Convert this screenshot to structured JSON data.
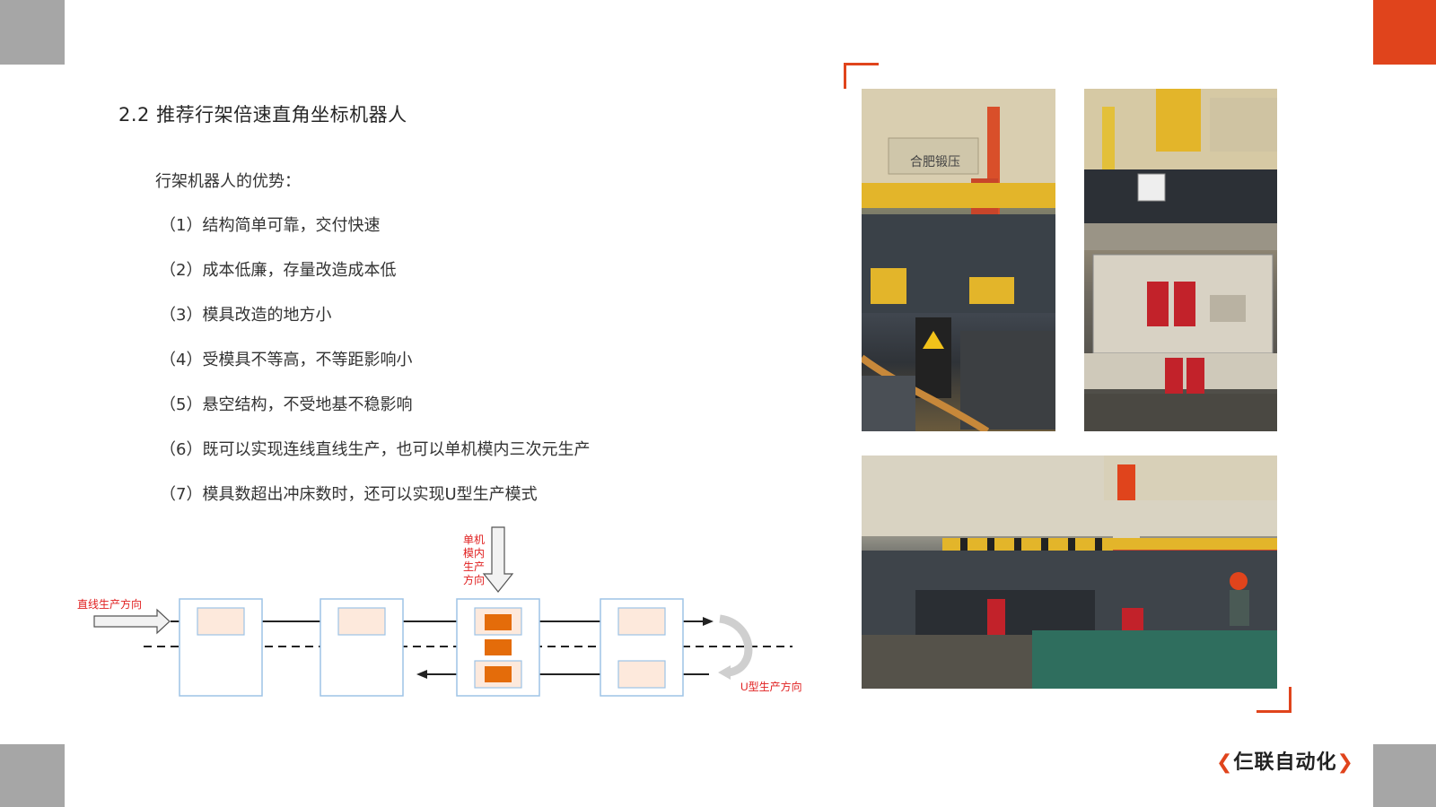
{
  "title": "2.2 推荐行架倍速直角坐标机器人",
  "subtitle": "行架机器人的优势：",
  "advantages": [
    "（1）结构简单可靠，交付快速",
    "（2）成本低廉，存量改造成本低",
    "（3）模具改造的地方小",
    "（4）受模具不等高，不等距影响小",
    "（5）悬空结构，不受地基不稳影响",
    "（6）既可以实现连线直线生产，也可以单机模内三次元生产",
    "（7）模具数超出冲床数时，还可以实现U型生产模式"
  ],
  "diagram": {
    "straight_label": "直线生产方向",
    "single_label_lines": [
      "单机",
      "模内",
      "生产",
      "方向"
    ],
    "u_label": "U型生产方向"
  },
  "photos": {
    "photo1_sign": "合肥锻压"
  },
  "brand": {
    "left_mark": "❮",
    "name": "仨联自动化",
    "right_mark": "❯"
  },
  "colors": {
    "accent": "#e0441c",
    "corner_gray": "#a6a6a6",
    "box_fill": "#fde9dc",
    "box_active": "#e46c0a",
    "press_border": "#9dc3e6",
    "label_red": "#e02020"
  }
}
